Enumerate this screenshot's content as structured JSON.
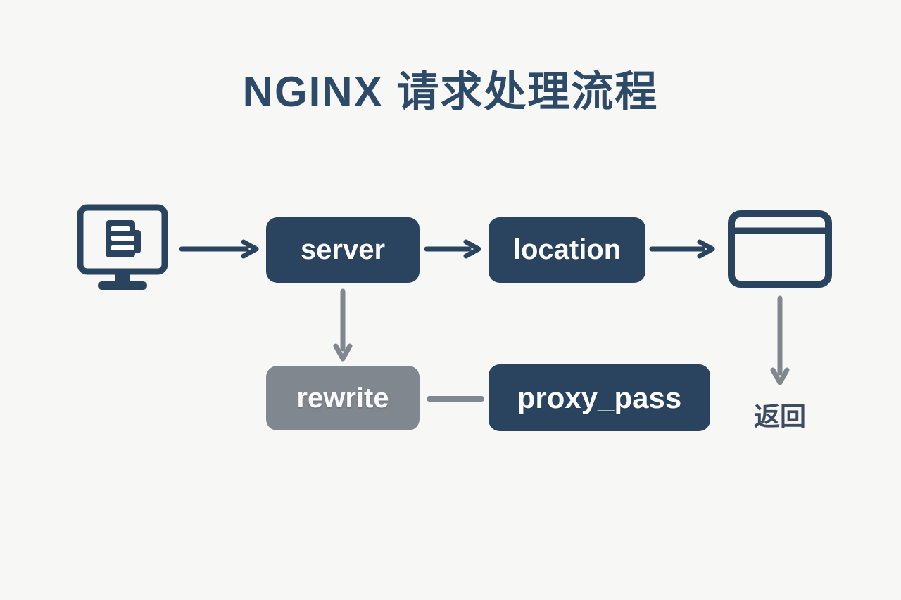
{
  "title": "NGINX 请求处理流程",
  "colors": {
    "background": "#f7f7f5",
    "navy": "#2a4460",
    "title_navy": "#2d4a69",
    "gray": "#81878f",
    "node_text": "#fafafa",
    "return_text": "#3e4c60"
  },
  "nodes": {
    "server": {
      "label": "server"
    },
    "location": {
      "label": "location"
    },
    "rewrite": {
      "label": "rewrite"
    },
    "proxy_pass": {
      "label": "proxy_pass"
    }
  },
  "annotations": {
    "return_label": "返回"
  },
  "icons": {
    "client": "monitor-document-icon",
    "response": "browser-window-icon"
  }
}
